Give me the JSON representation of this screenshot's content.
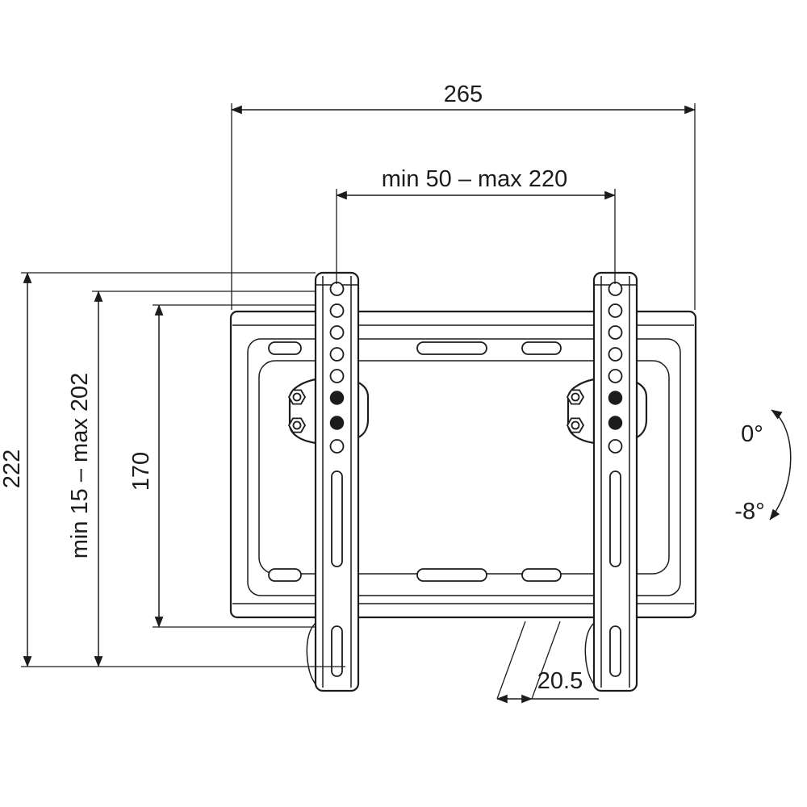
{
  "dims": {
    "overall_width": "265",
    "horizontal_hole_range": "min 50 – max 220",
    "overall_height": "222",
    "vertical_hole_range": "min 15 – max 202",
    "bracket_height": "170",
    "depth": "20.5",
    "tilt_max": "0°",
    "tilt_min": "-8°"
  }
}
